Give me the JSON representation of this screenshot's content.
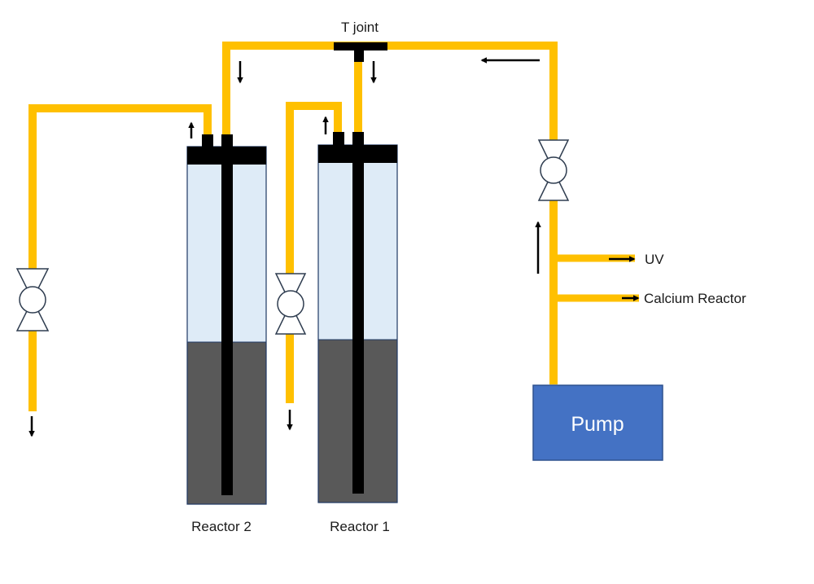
{
  "labels": {
    "t_joint": "T joint",
    "reactor_2": "Reactor 2",
    "reactor_1": "Reactor 1",
    "uv": "UV",
    "calcium_reactor": "Calcium Reactor",
    "pump": "Pump"
  },
  "colors": {
    "pipe": "#FFC000",
    "cap": "#000000",
    "water": "#DEEBF7",
    "media": "#595959",
    "pump": "#4472C4",
    "pump_border": "#2F528F",
    "pump_text": "#FFFFFF",
    "valve_fill": "#FFFFFF",
    "valve_stroke": "#2F3D50",
    "arrow": "#000000"
  },
  "icons": [
    "valve-icon",
    "flow-arrow-icon"
  ]
}
